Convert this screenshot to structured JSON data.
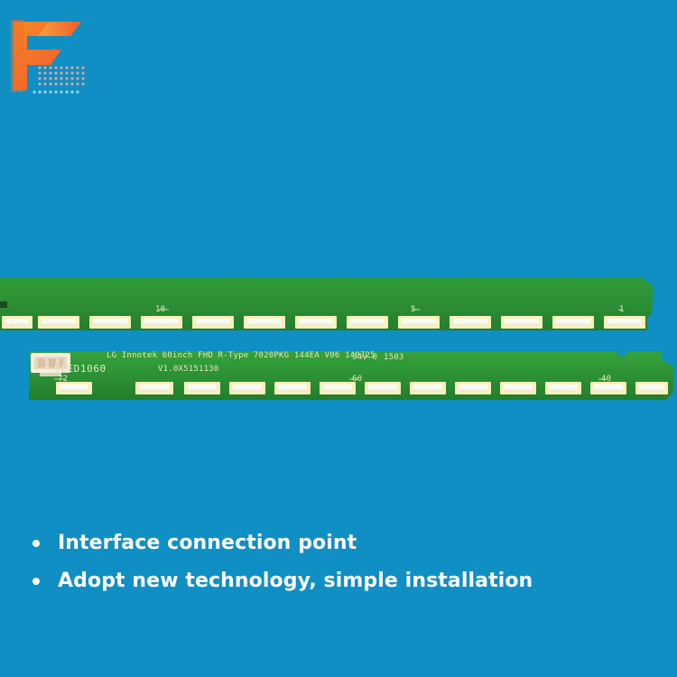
{
  "brand": {
    "logo_icon": "f-logo-icon",
    "logo_colors": [
      "#f06a26",
      "#f7a23c",
      "#f0567f",
      "#ffffff"
    ]
  },
  "board_labels": {
    "top_strip": {
      "first_led_label": "10",
      "middle_led_label": "5",
      "last_led_label": "1"
    },
    "bottom_strip": {
      "main_line": "LG Innotek 60inch FHD R-Type 7020PKG 144EA V06 140725",
      "agency_mark": "ELED1060",
      "version_code": "V1.0X5151130",
      "certification": "94V-0",
      "production_code": "1503",
      "start_index": "72",
      "mid_index": "60",
      "end_index": "40"
    }
  },
  "features": [
    {
      "text": "Interface connection point"
    },
    {
      "text": "Adopt new technology, simple installation"
    }
  ],
  "colors": {
    "background": "#0f8fc4",
    "pcb_green": "#2f8f36",
    "pcb_dark": "#1d6a22",
    "led_face": "#f6f8e7",
    "led_frame": "#f3f0ba",
    "text": "#ffffff"
  }
}
